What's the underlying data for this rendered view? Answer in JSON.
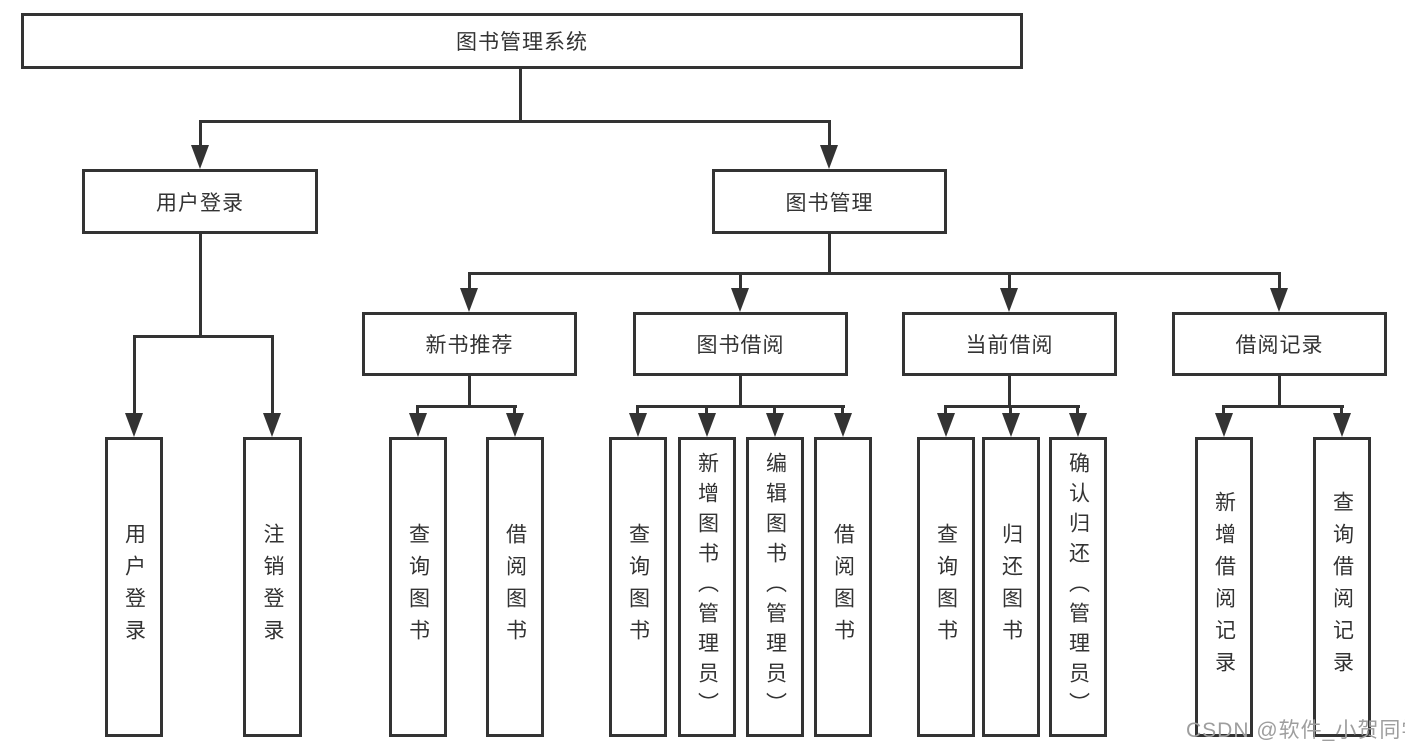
{
  "diagram_title": "图书管理系统",
  "tree": {
    "label": "图书管理系统",
    "children": [
      {
        "label": "用户登录",
        "children": [
          {
            "label": "用户登录"
          },
          {
            "label": "注销登录"
          }
        ]
      },
      {
        "label": "图书管理",
        "children": [
          {
            "label": "新书推荐",
            "children": [
              {
                "label": "查询图书"
              },
              {
                "label": "借阅图书"
              }
            ]
          },
          {
            "label": "图书借阅",
            "children": [
              {
                "label": "查询图书"
              },
              {
                "label": "新增图书（管理员）"
              },
              {
                "label": "编辑图书（管理员）"
              },
              {
                "label": "借阅图书"
              }
            ]
          },
          {
            "label": "当前借阅",
            "children": [
              {
                "label": "查询图书"
              },
              {
                "label": "归还图书"
              },
              {
                "label": "确认归还（管理员）"
              }
            ]
          },
          {
            "label": "借阅记录",
            "children": [
              {
                "label": "新增借阅记录"
              },
              {
                "label": "查询借阅记录"
              }
            ]
          }
        ]
      }
    ]
  },
  "watermark": {
    "text": "CSDN @软件_小贺同学"
  },
  "colors": {
    "line": "#333333",
    "text": "#333333",
    "watermark": "#9e9e9e",
    "background": "#ffffff"
  }
}
